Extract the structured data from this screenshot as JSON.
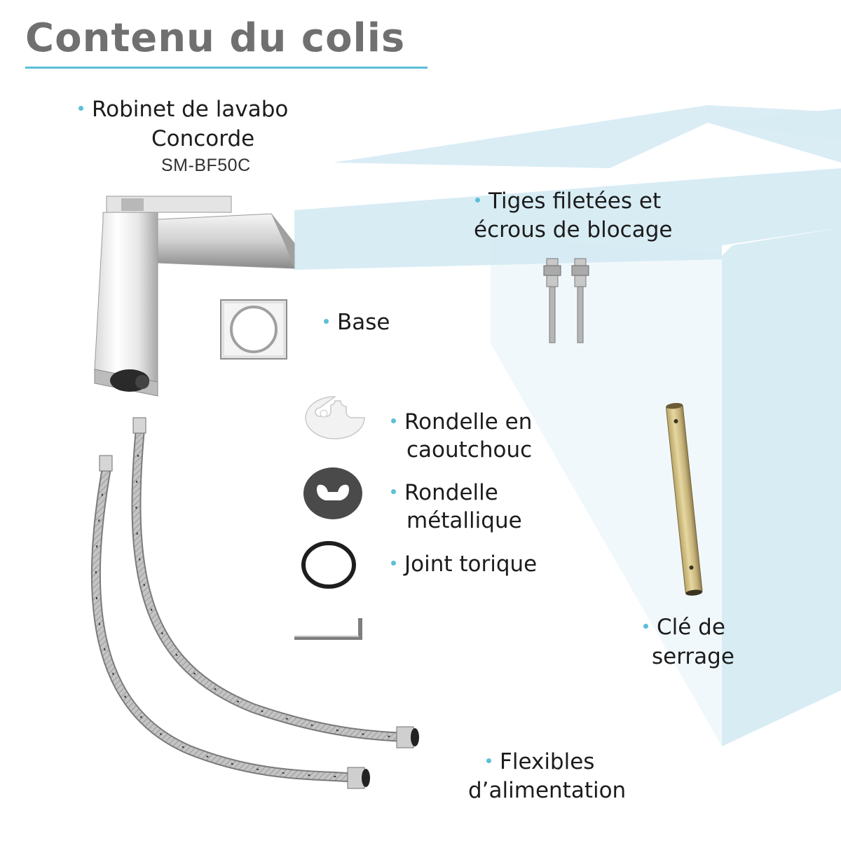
{
  "theme": {
    "accent": "#5bbfd8",
    "title_color": "#707070",
    "text_color": "#1c1c1c",
    "box_color": "#d8ecf4"
  },
  "title": "Contenu du colis",
  "labels": {
    "faucet_line1": "Robinet de lavabo",
    "faucet_line2": "Concorde",
    "faucet_model": "SM-BF50C",
    "rods_line1": "Tiges filetées et",
    "rods_line2": "écrous de blocage",
    "base": "Base",
    "rubber_line1": "Rondelle en",
    "rubber_line2": "caoutchouc",
    "metal_line1": "Rondelle",
    "metal_line2": "métallique",
    "oring": "Joint torique",
    "wrench_line1": "Clé de",
    "wrench_line2": "serrage",
    "hoses_line1": "Flexibles",
    "hoses_line2": "d’alimentation"
  },
  "icons": {
    "faucet": "faucet-icon",
    "base": "base-plate-icon",
    "rods": "threaded-rods-icon",
    "rubber_washer": "rubber-washer-icon",
    "metal_washer": "metal-washer-icon",
    "oring": "o-ring-icon",
    "allen_key": "allen-key-icon",
    "wrench": "tube-wrench-icon",
    "hoses": "supply-hoses-icon"
  }
}
